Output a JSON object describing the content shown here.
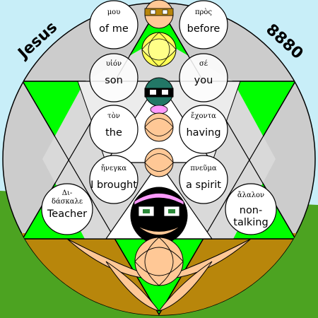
{
  "corner_labels": {
    "left": "Jesus",
    "right": "8880"
  },
  "colors": {
    "sky": "#c8eef8",
    "grass": "#4ca321",
    "earth": "#b8860b",
    "triangle": "#00ff00",
    "circle_gray": "#cccccc",
    "skin": "#ffc896",
    "dark": "#000000",
    "pink": "#ff9aff",
    "yellow": "#ffff55",
    "teal": "#227766"
  },
  "word_circles": [
    {
      "id": "mou",
      "greek": "μου",
      "english": "of me"
    },
    {
      "id": "pros",
      "greek": "πρὸς",
      "english": "before"
    },
    {
      "id": "huion",
      "greek": "υἱόν",
      "english": "son"
    },
    {
      "id": "se",
      "greek": "σέ",
      "english": "you"
    },
    {
      "id": "ton",
      "greek": "τὸν",
      "english": "the"
    },
    {
      "id": "echonta",
      "greek": "ἔχοντα",
      "english": "having"
    },
    {
      "id": "enegka",
      "greek": "ἤνεγκα",
      "english": "I brought"
    },
    {
      "id": "pneuma",
      "greek": "πνεῦμα",
      "english": "a spirit"
    },
    {
      "id": "didaskale",
      "greek": "Δι-",
      "greek_line2": "δάσκαλε",
      "english": "Teacher"
    },
    {
      "id": "alalon",
      "greek": "ἄλαλον",
      "english": "non-",
      "english_line2": "talking"
    }
  ]
}
